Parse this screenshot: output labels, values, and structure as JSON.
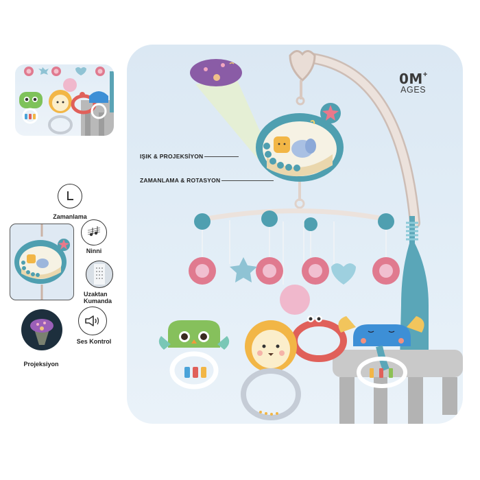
{
  "product": {
    "type": "baby crib mobile with projector",
    "age_badge": {
      "value": "0M",
      "plus": "+",
      "label": "AGES"
    },
    "callouts": [
      {
        "label": "IŞIK & PROJEKSİYON"
      },
      {
        "label": "ZAMANLAMA & ROTASYON"
      }
    ],
    "toys": [
      "owl rattle",
      "lion rattle",
      "crab ring",
      "elephant rattle",
      "pink flowers",
      "blue star",
      "blue heart",
      "pink ball"
    ]
  },
  "features": [
    {
      "label": "Zamanlama",
      "icon": "clock-icon"
    },
    {
      "label": "Ninni",
      "icon": "music-notes-icon"
    },
    {
      "label": "Uzaktan Kumanda",
      "line1": "Uzaktan",
      "line2": "Kumanda",
      "icon": "remote-control-icon"
    },
    {
      "label": "Ses Kontrol",
      "icon": "speaker-icon"
    },
    {
      "label": "Projeksiyon",
      "icon": "projector-icon"
    }
  ],
  "colors": {
    "panel_bg": "#dbe8f3",
    "teal": "#4f9fb0",
    "pink": "#e07a8f",
    "arm": "#e8dcd6",
    "text": "#222222"
  }
}
